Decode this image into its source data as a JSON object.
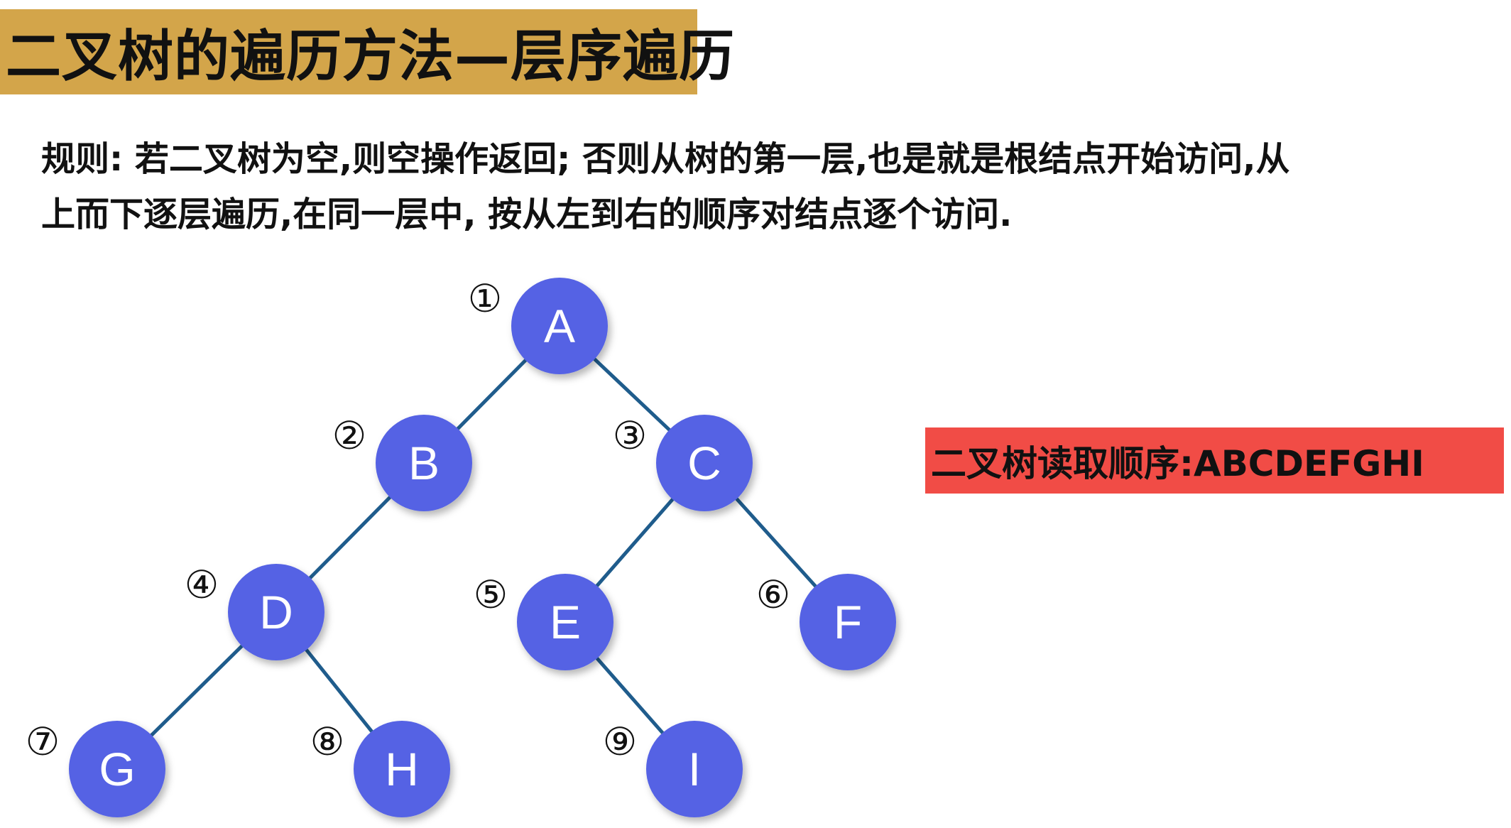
{
  "title": "二叉树的遍历方法—层序遍历",
  "rule": {
    "line1": "规则: 若二叉树为空,则空操作返回; 否则从树的第一层,也是就是根结点开始访问,从",
    "line2": "上而下逐层遍历,在同一层中, 按从左到右的顺序对结点逐个访问."
  },
  "read_order": "二叉树读取顺序:ABCDEFGHI",
  "colors": {
    "banner": "#d3a54a",
    "order_box": "#f14c46",
    "node_fill": "#5462e4",
    "edge": "#1f5c8c"
  },
  "tree": {
    "nodes": [
      {
        "id": "A",
        "label": "A",
        "order": "①"
      },
      {
        "id": "B",
        "label": "B",
        "order": "②"
      },
      {
        "id": "C",
        "label": "C",
        "order": "③"
      },
      {
        "id": "D",
        "label": "D",
        "order": "④"
      },
      {
        "id": "E",
        "label": "E",
        "order": "⑤"
      },
      {
        "id": "F",
        "label": "F",
        "order": "⑥"
      },
      {
        "id": "G",
        "label": "G",
        "order": "⑦"
      },
      {
        "id": "H",
        "label": "H",
        "order": "⑧"
      },
      {
        "id": "I",
        "label": "I",
        "order": "⑨"
      }
    ],
    "edges": [
      [
        "A",
        "B"
      ],
      [
        "A",
        "C"
      ],
      [
        "B",
        "D"
      ],
      [
        "C",
        "E"
      ],
      [
        "C",
        "F"
      ],
      [
        "D",
        "G"
      ],
      [
        "D",
        "H"
      ],
      [
        "E",
        "I"
      ]
    ]
  }
}
